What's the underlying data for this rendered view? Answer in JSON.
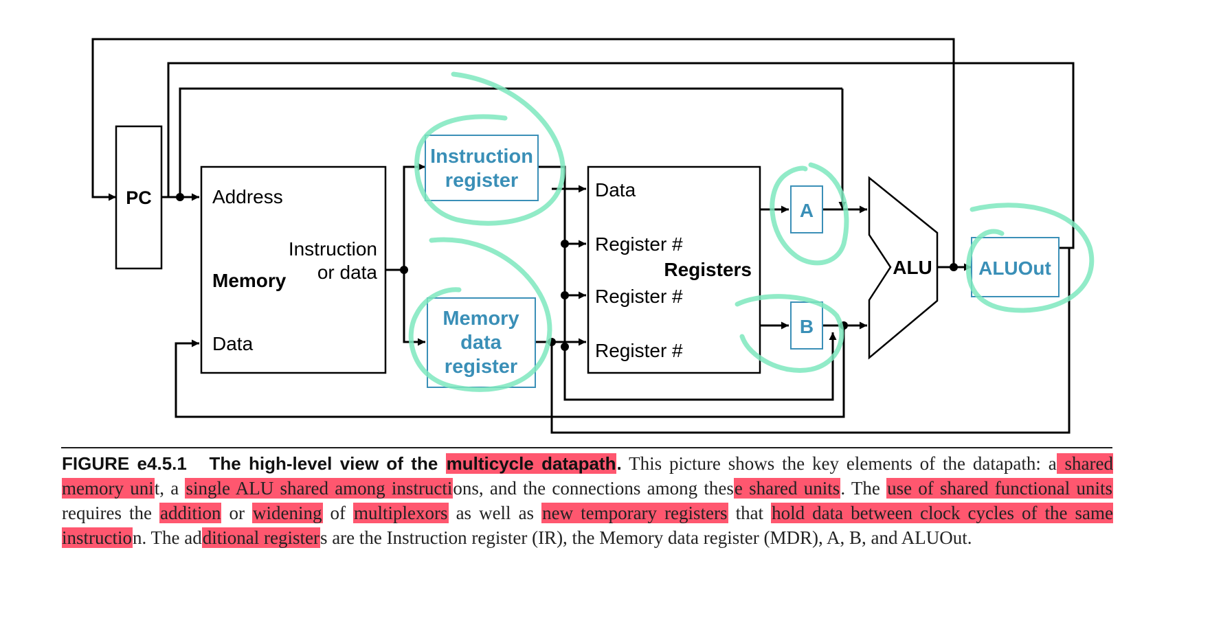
{
  "diagram": {
    "pc": "PC",
    "memory": {
      "title": "Memory",
      "address": "Address",
      "instr_line1": "Instruction",
      "instr_line2": "or data",
      "data": "Data"
    },
    "ir": {
      "line1": "Instruction",
      "line2": "register"
    },
    "mdr": {
      "line1": "Memory",
      "line2": "data",
      "line3": "register"
    },
    "registers": {
      "title": "Registers",
      "data": "Data",
      "reg1": "Register #",
      "reg2": "Register #",
      "reg3": "Register #"
    },
    "a": "A",
    "b": "B",
    "alu": "ALU",
    "aluout": "ALUOut",
    "colors": {
      "new_register": "#3a8fb7",
      "annotation_circle": "#7ee8be",
      "highlight": "#ff2846",
      "line": "#000000"
    }
  },
  "caption": {
    "figure_label": "FIGURE e4.5.1",
    "title_plain": "The high-level view of the ",
    "title_highlight": "multicycle datapath",
    "title_end": ".",
    "s01": " This picture shows the key elements of the datapath: a",
    "s02": " shared memory uni",
    "s03": "t, a ",
    "s04": "single ALU shared among instructi",
    "s05": "ons, and the connections among thes",
    "s06": "e shared units",
    "s07": ". The ",
    "s08": "use of shared functional units",
    "s09": " requires the ",
    "s10": "addition",
    "s11": " or ",
    "s12": "widening",
    "s13": " of ",
    "s14": "multiplexors",
    "s15": " as well as ",
    "s16": "new temporary registers",
    "s17": " that ",
    "s18": "hold data between clock cycles of the same instructio",
    "s19": "n. The ad",
    "s20": "ditional register",
    "s21": "s are the Instruction register (IR), the Memory data register (MDR), A, B, and ALUOut."
  }
}
